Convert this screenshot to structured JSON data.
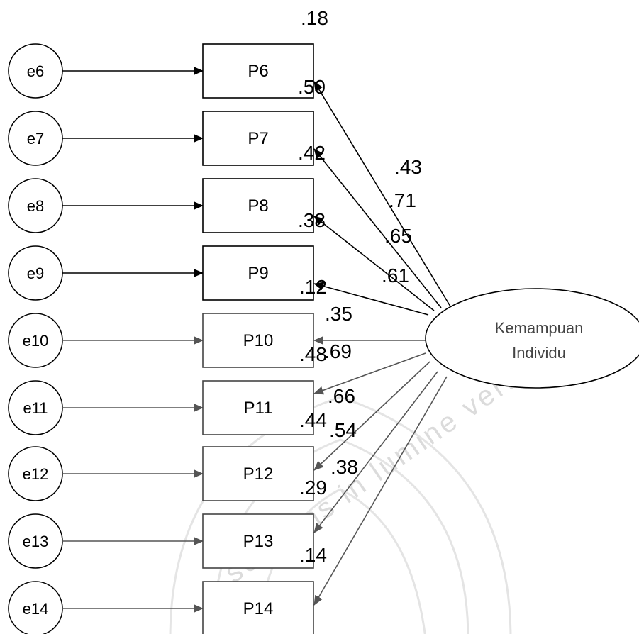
{
  "diagram": {
    "latent": {
      "line1": "Kemampuan",
      "line2": "Individu"
    },
    "top_label": ".18",
    "watermark_text": "serviens in lumine veritatis",
    "indicators": [
      {
        "err": "e6",
        "item": "P6",
        "r2": ".50",
        "loading": ".43"
      },
      {
        "err": "e7",
        "item": "P7",
        "r2": ".42",
        "loading": ".71"
      },
      {
        "err": "e8",
        "item": "P8",
        "r2": ".38",
        "loading": ".65"
      },
      {
        "err": "e9",
        "item": "P9",
        "r2": ".12",
        "loading": ".61"
      },
      {
        "err": "e10",
        "item": "P10",
        "r2": ".48",
        "loading": ".35"
      },
      {
        "err": "e11",
        "item": "P11",
        "r2": ".44",
        "loading": ".69"
      },
      {
        "err": "e12",
        "item": "P12",
        "r2": ".29",
        "loading": ".66"
      },
      {
        "err": "e13",
        "item": "P13",
        "r2": ".14",
        "loading": ".54"
      },
      {
        "err": "e14",
        "item": "P14",
        "r2": "",
        "loading": ".38"
      }
    ],
    "colors": {
      "line": "#000000",
      "faded_line": "#555555",
      "watermark": "#d8d8d8"
    }
  }
}
